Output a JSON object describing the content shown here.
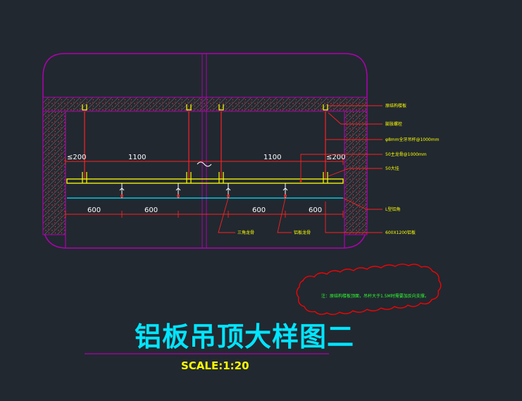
{
  "drawing": {
    "title": "铝板吊顶大样图二",
    "scale": "SCALE:1:20",
    "colors": {
      "background": "#212830",
      "outline": "#b000b0",
      "hatch": "#ff3040",
      "hanger": "#ff2020",
      "panel": "#ffff00",
      "finish_line": "#00e5ff",
      "dimension": "#ffffff",
      "callout_text": "#ffff00",
      "note_cloud": "#ff0000",
      "note_text": "#33ff33"
    }
  },
  "dimensions": {
    "left_edge": "≤200",
    "right_edge": "≤200",
    "left_span": "1100",
    "right_span": "1100",
    "bottom_1": "600",
    "bottom_2": "600",
    "bottom_3": "600",
    "bottom_4": "600"
  },
  "callouts": {
    "right": [
      "原结构楼板",
      "膨胀螺栓",
      "φ8mm全牙吊杆@1000mm",
      "50主龙骨@1000mm",
      "50大挂",
      "L型铝角",
      "600X1200铝板"
    ],
    "bottom": [
      "三角龙骨",
      "铝板龙骨"
    ]
  },
  "note": {
    "text": "注：原结构楼板顶面，吊杆大于1.5M时需要加反向支撑。"
  }
}
